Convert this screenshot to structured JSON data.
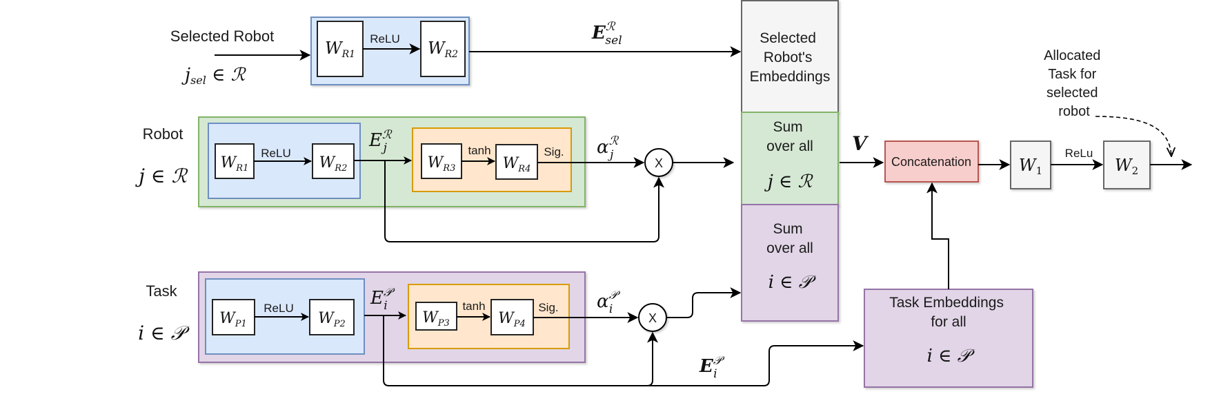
{
  "inputs": {
    "selected_robot": {
      "title": "Selected Robot",
      "index": "j",
      "index_sub": "sel",
      "set": "ℛ"
    },
    "robot": {
      "title": "Robot",
      "index": "j",
      "set": "ℛ"
    },
    "task": {
      "title": "Task",
      "index": "i",
      "set": "𝒫"
    }
  },
  "blocks": {
    "sel_mlp": {
      "w1": "W",
      "w1_sub": "R1",
      "act": "ReLU",
      "w2": "W",
      "w2_sub": "R2"
    },
    "robot_mlp": {
      "w1": "W",
      "w1_sub": "R1",
      "act": "ReLU",
      "w2": "W",
      "w2_sub": "R2"
    },
    "robot_att": {
      "w1": "W",
      "w1_sub": "R3",
      "act": "tanh",
      "w2": "W",
      "w2_sub": "R4",
      "out_act": "Sig."
    },
    "task_mlp": {
      "w1": "W",
      "w1_sub": "P1",
      "act": "ReLU",
      "w2": "W",
      "w2_sub": "P2"
    },
    "task_att": {
      "w1": "W",
      "w1_sub": "P3",
      "act": "tanh",
      "w2": "W",
      "w2_sub": "P4",
      "out_act": "Sig."
    }
  },
  "edge_labels": {
    "e_sel": {
      "base": "E",
      "sup": "ℛ",
      "sub": "sel"
    },
    "e_j": {
      "base": "E",
      "sup": "ℛ",
      "sub": "j"
    },
    "alpha_j": {
      "base": "α",
      "sup": "ℛ",
      "sub": "j"
    },
    "e_i": {
      "base": "E",
      "sup": "𝒫",
      "sub": "i"
    },
    "alpha_i": {
      "base": "α",
      "sup": "𝒫",
      "sub": "i"
    },
    "e_i_bottom": {
      "base": "E",
      "sup": "𝒫",
      "sub": "i"
    },
    "v": "V"
  },
  "multiply_symbol": "X",
  "column": {
    "selected_embeddings": [
      "Selected",
      "Robot's",
      "Embeddings"
    ],
    "sum_robots": {
      "lines": [
        "Sum",
        "over all"
      ],
      "index": "j",
      "set": "ℛ"
    },
    "sum_tasks": {
      "lines": [
        "Sum",
        "over all"
      ],
      "index": "i",
      "set": "𝒫"
    }
  },
  "task_embeddings": {
    "lines": [
      "Task Embeddings",
      "for all"
    ],
    "index": "i",
    "set": "𝒫"
  },
  "head": {
    "concat": "Concatenation",
    "w1": "W",
    "w1_sub": "1",
    "act": "ReLu",
    "w2": "W",
    "w2_sub": "2",
    "output_note": [
      "Allocated",
      "Task for",
      "selected",
      "robot"
    ]
  },
  "colors": {
    "blue_fill": "#dae8fc",
    "blue_stroke": "#6c8ebf",
    "green_fill": "#d5e8d4",
    "green_stroke": "#82b366",
    "orange_fill": "#ffe6cc",
    "orange_stroke": "#d79b00",
    "purple_fill": "#e1d5e7",
    "purple_stroke": "#9673a6",
    "gray_fill": "#f5f5f5",
    "gray_stroke": "#666666",
    "red_fill": "#f8cecc",
    "red_stroke": "#b85450"
  }
}
